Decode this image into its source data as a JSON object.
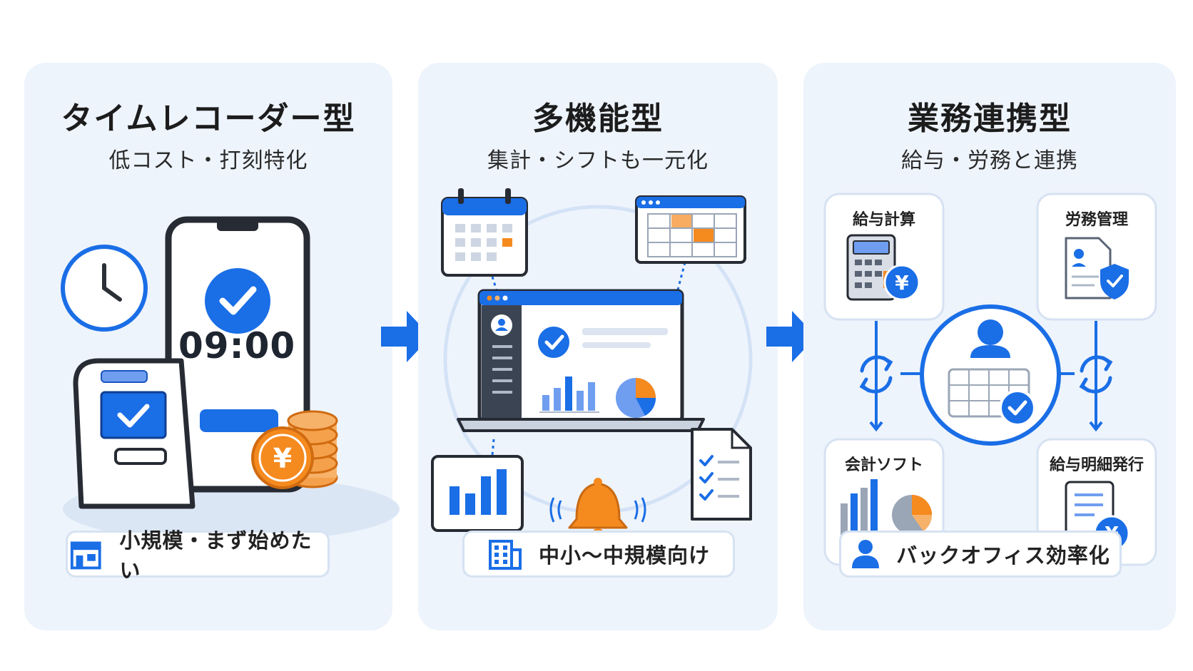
{
  "colors": {
    "blue": "#1a6ee6",
    "orange": "#f58a1f",
    "panel": "#eef4fc",
    "dark": "#3b4452"
  },
  "panels": [
    {
      "title": "タイムレコーダー型",
      "subtitle": "低コスト・打刻特化",
      "clock_time": "09:00",
      "yen": "¥",
      "pill": {
        "icon": "store-icon",
        "label": "小規模・まず始めたい"
      }
    },
    {
      "title": "多機能型",
      "subtitle": "集計・シフトも一元化",
      "pill": {
        "icon": "building-icon",
        "label": "中小〜中規模向け"
      }
    },
    {
      "title": "業務連携型",
      "subtitle": "給与・労務と連携",
      "cards": [
        {
          "label": "給与計算",
          "icon": "calculator-icon"
        },
        {
          "label": "労務管理",
          "icon": "document-shield-icon"
        },
        {
          "label": "会計ソフト",
          "icon": "chart-icon"
        },
        {
          "label": "給与明細発行",
          "icon": "payslip-icon"
        }
      ],
      "yen": "¥",
      "pill": {
        "icon": "person-icon",
        "label": "バックオフィス効率化"
      }
    }
  ]
}
